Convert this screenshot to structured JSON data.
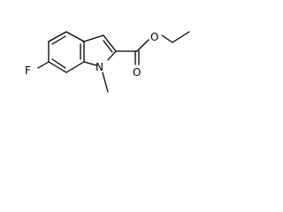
{
  "molecule": {
    "atom_labels": {
      "fluorine": "F",
      "nitrogen": "N",
      "ether_oxygen": "O",
      "carbonyl_oxygen": "O"
    },
    "colors": {
      "bond": "#000000",
      "label": "#000000",
      "background": "#ffffff"
    }
  }
}
